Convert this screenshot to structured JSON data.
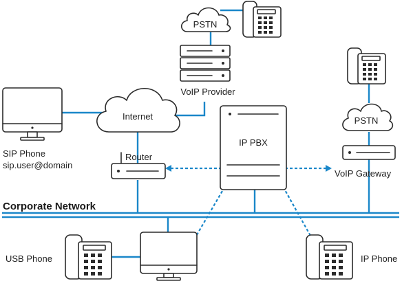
{
  "labels": {
    "pstn_top": "PSTN",
    "voip_provider": "VoIP Provider",
    "internet": "Internet",
    "sip_phone_line1": "SIP Phone",
    "sip_phone_line2": "sip.user@domain",
    "router": "Router",
    "ip_pbx": "IP PBX",
    "pstn_right": "PSTN",
    "voip_gateway": "VoIP Gateway",
    "corporate_network": "Corporate Network",
    "usb_phone": "USB Phone",
    "ip_phone": "IP Phone"
  },
  "colors": {
    "link": "#1a87c9",
    "outline": "#2b2b2b",
    "label": "#222222"
  },
  "icons": [
    "telephone-icon",
    "cloud-icon",
    "server-rack-icon",
    "monitor-icon",
    "router-icon",
    "pbx-tower-icon",
    "gateway-icon"
  ]
}
